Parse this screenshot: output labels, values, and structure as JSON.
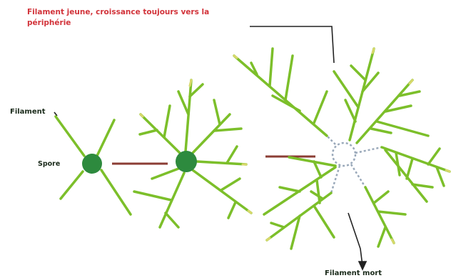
{
  "labels": {
    "top_line1": "Filament jeune, croissance toujours vers la",
    "top_line2": "périphérie",
    "filament": "Filament",
    "spore": "Spore",
    "filament_mort": "Filament mort"
  },
  "colors": {
    "top_text": "#d2333a",
    "filament": "#7cbf2a",
    "filament_tip": "#d8d86a",
    "spore": "#2d8a3e",
    "arrow": "#8b3d34",
    "dashed": "#9aa9ba",
    "leader": "#222222"
  }
}
